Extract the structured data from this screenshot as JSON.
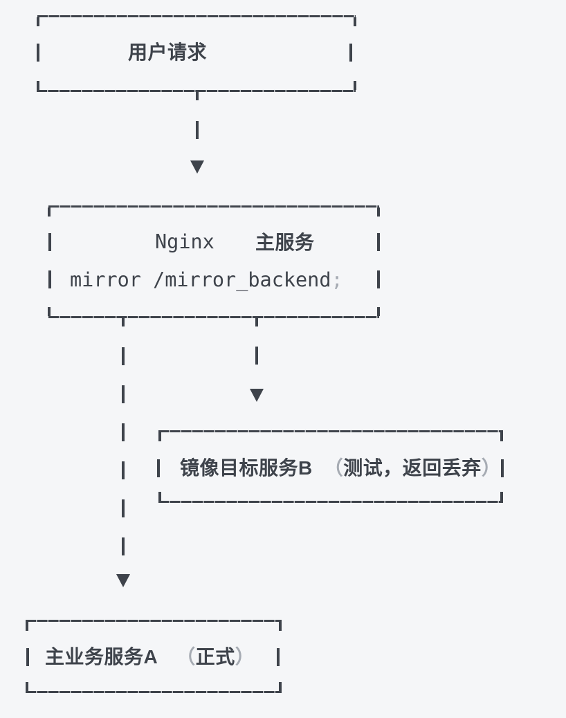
{
  "diagram": {
    "background": "#f5f6f8",
    "ink_color": "#3e434b",
    "punct_color": "#a6abb3",
    "nodes": {
      "user_request": {
        "label": "用户请求"
      },
      "nginx": {
        "name_latin": "Nginx",
        "name_cjk": "主服务",
        "directive": "mirror /mirror_backend",
        "directive_punct": ";"
      },
      "mirror_target": {
        "label": "镜像目标服务B",
        "paren_open": "（",
        "note": "测试，返回丢弃",
        "paren_close": "）"
      },
      "main_service": {
        "label": "主业务服务A",
        "paren_open": "（",
        "note": "正式",
        "paren_close": "）"
      }
    },
    "edges": [
      {
        "from": "user_request",
        "to": "nginx"
      },
      {
        "from": "nginx",
        "to": "main_service"
      },
      {
        "from": "nginx",
        "to": "mirror_target"
      }
    ]
  }
}
